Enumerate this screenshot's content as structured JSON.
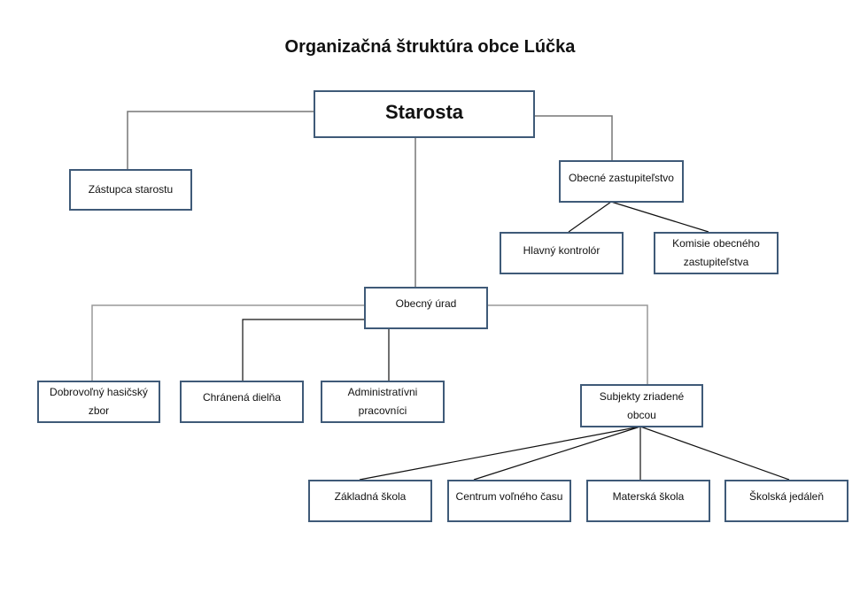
{
  "title": "Organizačná štruktúra obce Lúčka",
  "nodes": {
    "starosta": "Starosta",
    "zastupca": "Zástupca starostu",
    "zastupitelstvo": "Obecné zastupiteľstvo",
    "kontrolor": "Hlavný kontrolór",
    "komisie": "Komisie obecného zastupiteľstva",
    "urad": "Obecný úrad",
    "hasici": "Dobrovoľný hasičský zbor",
    "dielna": "Chránená dielňa",
    "administrativa": "Administratívni pracovníci",
    "subjekty": "Subjekty zriadené obcou",
    "zakladna_skola": "Základná škola",
    "centrum": "Centrum voľného času",
    "materska_skola": "Materská škola",
    "jedalen": "Školská jedáleň"
  },
  "edges": [
    [
      "starosta",
      "zastupca"
    ],
    [
      "starosta",
      "zastupitelstvo"
    ],
    [
      "starosta",
      "urad"
    ],
    [
      "zastupitelstvo",
      "kontrolor"
    ],
    [
      "zastupitelstvo",
      "komisie"
    ],
    [
      "urad",
      "hasici"
    ],
    [
      "urad",
      "dielna"
    ],
    [
      "urad",
      "administrativa"
    ],
    [
      "urad",
      "subjekty"
    ],
    [
      "subjekty",
      "zakladna_skola"
    ],
    [
      "subjekty",
      "centrum"
    ],
    [
      "subjekty",
      "materska_skola"
    ],
    [
      "subjekty",
      "jedalen"
    ]
  ]
}
